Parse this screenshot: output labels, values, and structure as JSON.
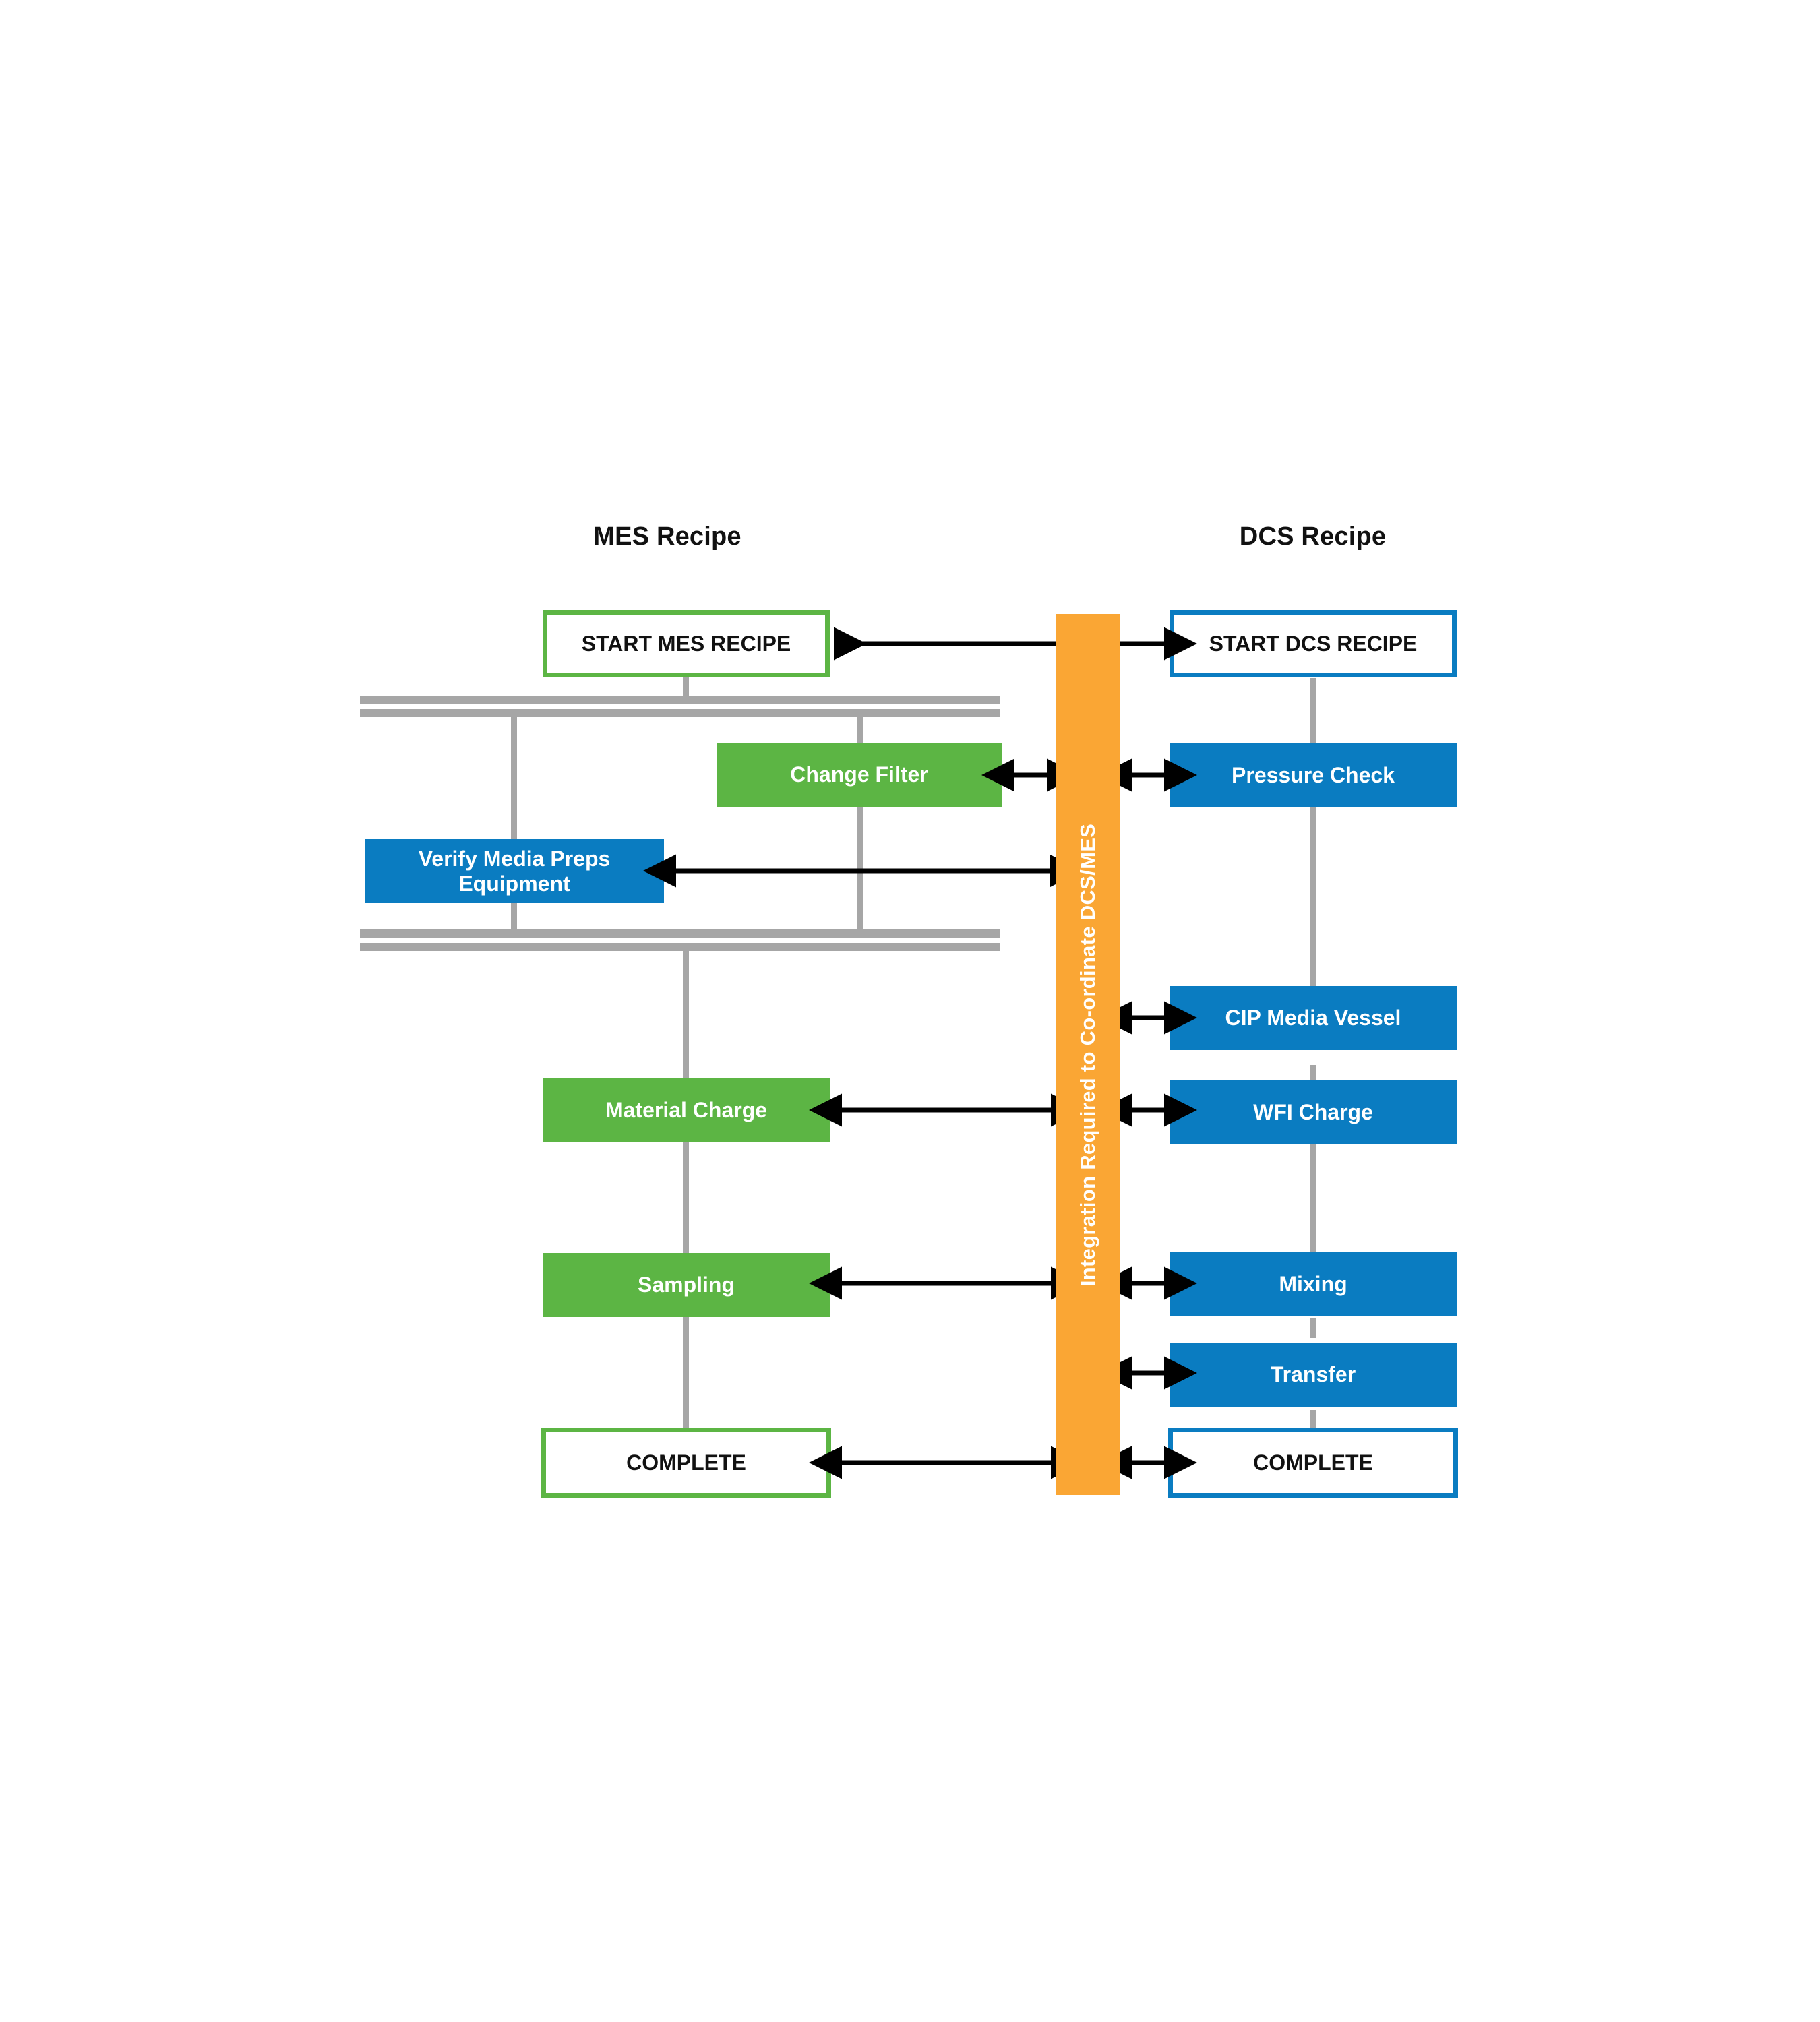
{
  "diagram": {
    "title_left": "MES Recipe",
    "title_right": "DCS Recipe",
    "integration_label": "Integration Required to Co-ordinate DCS/MES",
    "colors": {
      "green": "#5cb544",
      "blue": "#0a7cc1",
      "orange": "#faa634",
      "grey_line": "#a6a6a6",
      "arrow": "#000000",
      "text_dark": "#111111",
      "text_light": "#ffffff",
      "background": "#ffffff"
    }
  },
  "mes_lane": {
    "header": "MES Recipe",
    "nodes": [
      {
        "id": "start-mes-recipe",
        "label": "START MES RECIPE",
        "style": "outline-green"
      },
      {
        "id": "change-filter",
        "label": "Change Filter",
        "style": "filled-green"
      },
      {
        "id": "verify-media-preps-equipment",
        "label": "Verify Media Preps Equipment",
        "style": "filled-blue"
      },
      {
        "id": "material-charge",
        "label": "Material Charge",
        "style": "filled-green"
      },
      {
        "id": "sampling",
        "label": "Sampling",
        "style": "filled-green"
      },
      {
        "id": "complete-mes",
        "label": "COMPLETE",
        "style": "outline-green"
      }
    ]
  },
  "dcs_lane": {
    "header": "DCS Recipe",
    "nodes": [
      {
        "id": "start-dcs-recipe",
        "label": "START DCS RECIPE",
        "style": "outline-blue"
      },
      {
        "id": "pressure-check",
        "label": "Pressure Check",
        "style": "filled-blue"
      },
      {
        "id": "cip-media-vessel",
        "label": "CIP Media Vessel",
        "style": "filled-blue"
      },
      {
        "id": "wfi-charge",
        "label": "WFI Charge",
        "style": "filled-blue"
      },
      {
        "id": "mixing",
        "label": "Mixing",
        "style": "filled-blue"
      },
      {
        "id": "transfer",
        "label": "Transfer",
        "style": "filled-blue"
      },
      {
        "id": "complete-dcs",
        "label": "COMPLETE",
        "style": "outline-blue"
      }
    ]
  },
  "integration": {
    "label": "Integration Required to Co-ordinate DCS/MES"
  }
}
